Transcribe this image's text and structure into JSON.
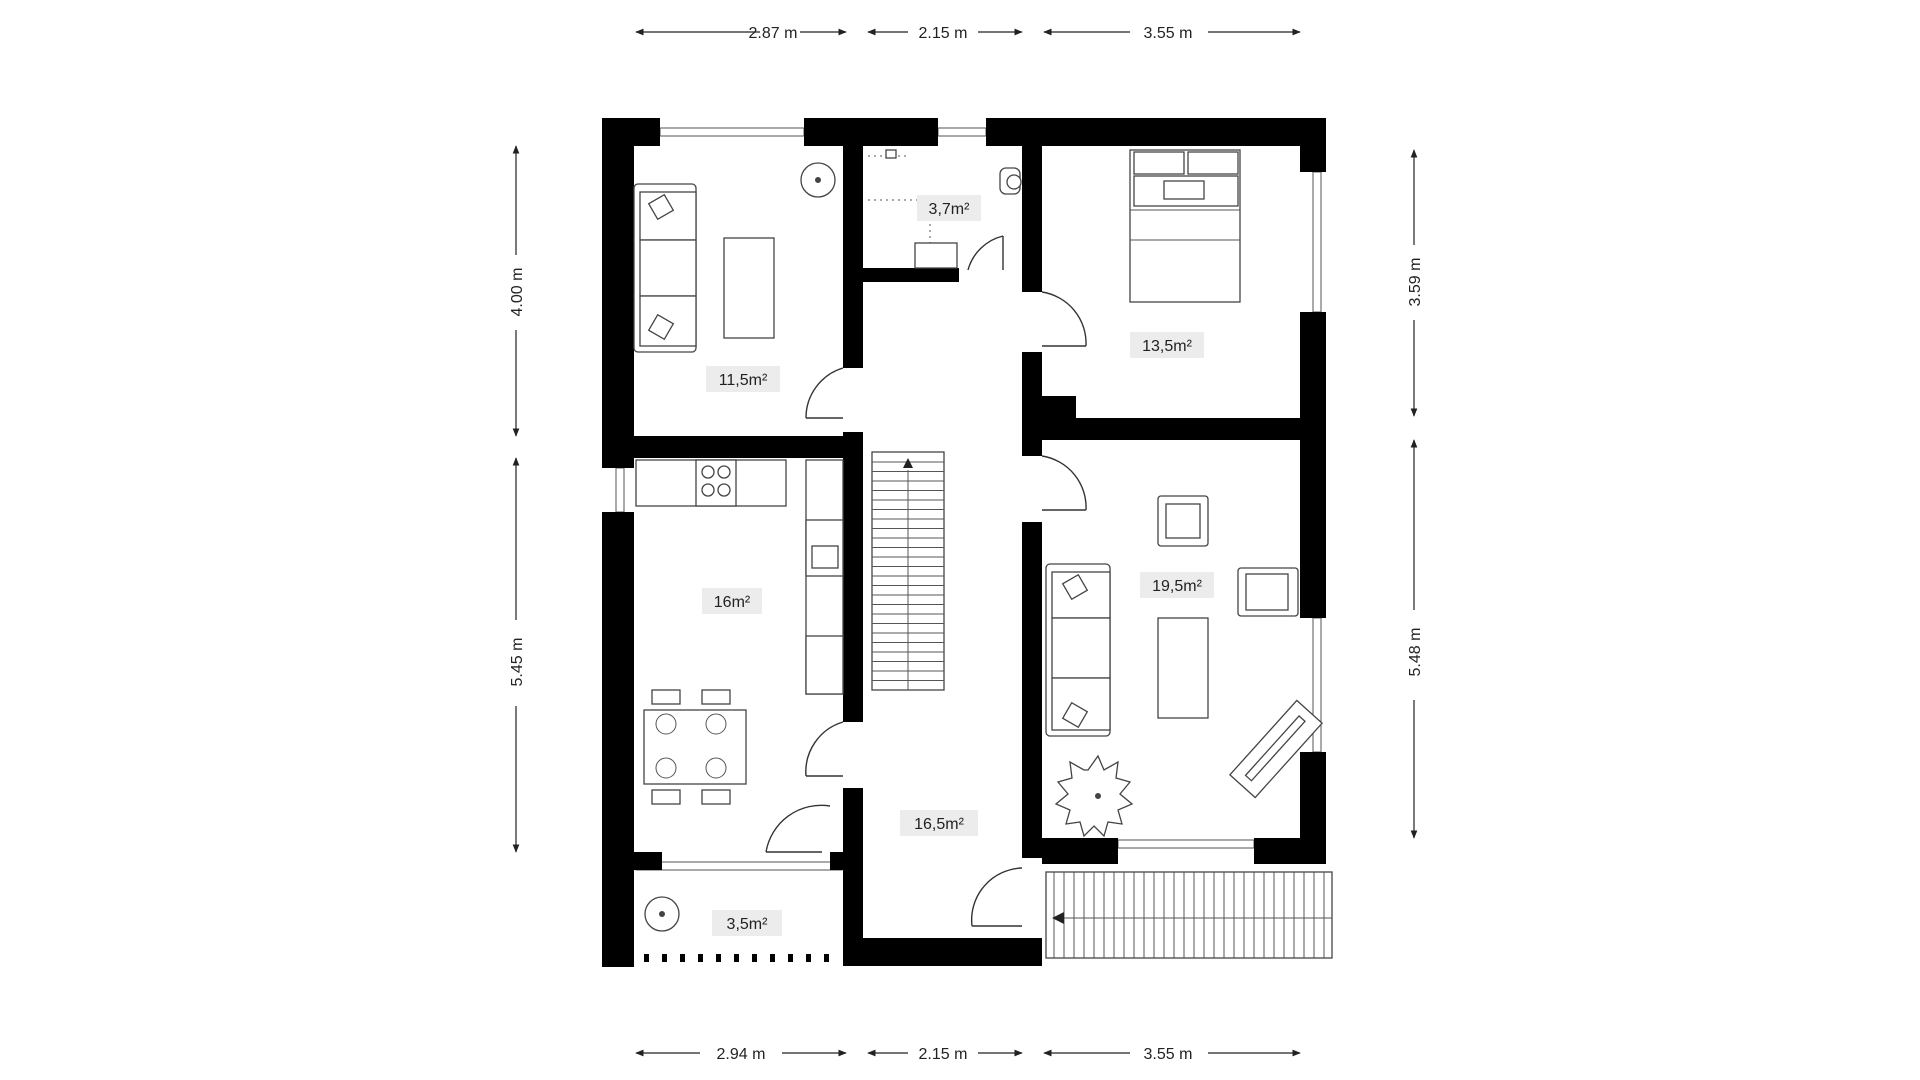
{
  "rooms": [
    {
      "id": "living-small",
      "area": "11,5m²"
    },
    {
      "id": "bathroom",
      "area": "3,7m²"
    },
    {
      "id": "bedroom",
      "area": "13,5m²"
    },
    {
      "id": "kitchen",
      "area": "16m²"
    },
    {
      "id": "living-large",
      "area": "19,5m²"
    },
    {
      "id": "hallway",
      "area": "16,5m²"
    },
    {
      "id": "storage",
      "area": "3,5m²"
    }
  ],
  "dimensions": {
    "top": [
      "2.87 m",
      "2.15 m",
      "3.55 m"
    ],
    "bottom": [
      "2.94 m",
      "2.15 m",
      "3.55 m"
    ],
    "left": [
      "4.00 m",
      "5.45 m"
    ],
    "right": [
      "3.59 m",
      "5.48 m"
    ]
  }
}
